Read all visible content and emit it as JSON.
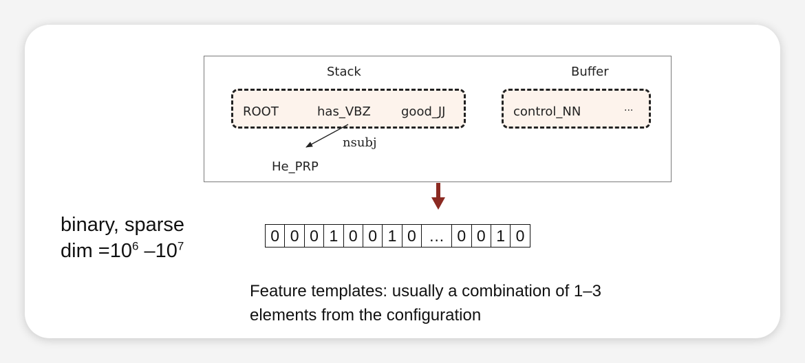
{
  "config": {
    "stack_label": "Stack",
    "buffer_label": "Buffer",
    "stack_items": [
      "ROOT",
      "has_VBZ",
      "good_JJ"
    ],
    "buffer_items": [
      "control_NN",
      "..."
    ],
    "dependent": "He_PRP",
    "arc_label": "nsubj"
  },
  "arrow_color": "#8b2a22",
  "side": {
    "line1": "binary, sparse",
    "dim_prefix": "dim =10",
    "exp1": "6",
    "dash": " –10",
    "exp2": "7"
  },
  "vector": {
    "cells": [
      "0",
      "0",
      "0",
      "1",
      "0",
      "0",
      "1",
      "0",
      "…",
      "0",
      "0",
      "1",
      "0"
    ]
  },
  "caption": {
    "line1": "Feature templates: usually a combination of 1–3",
    "line2": "elements from the configuration"
  }
}
